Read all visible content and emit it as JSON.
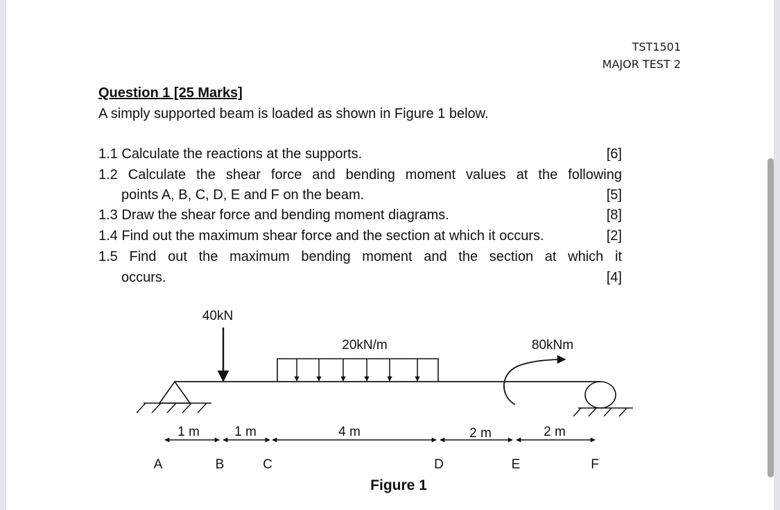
{
  "header": {
    "course_code": "TST1501",
    "test_name": "MAJOR TEST 2"
  },
  "question": {
    "title": "Question 1 [25 Marks]",
    "intro": "A simply supported beam is loaded as shown in Figure 1 below.",
    "items": [
      {
        "number": "1.1",
        "text": "Calculate the reactions at the supports.",
        "marks": "[6]"
      },
      {
        "number": "1.2",
        "text": "Calculate the shear force and bending moment values at the following",
        "continuation": "points A, B, C, D, E and F on the beam.",
        "marks": "[5]"
      },
      {
        "number": "1.3",
        "text": "Draw the shear force and bending moment diagrams.",
        "marks": "[8]"
      },
      {
        "number": "1.4",
        "text": "Find out the maximum shear force and the section at which it occurs.",
        "marks": "[2]"
      },
      {
        "number": "1.5",
        "text": "Find out the maximum bending moment and the section at which it",
        "continuation": "occurs.",
        "marks": "[4]"
      }
    ]
  },
  "figure": {
    "caption": "Figure 1",
    "point_load": "40kN",
    "udl": "20kN/m",
    "moment": "80kNm",
    "spans": [
      {
        "from": "A",
        "to": "B",
        "length": "1 m"
      },
      {
        "from": "B",
        "to": "C",
        "length": "1 m"
      },
      {
        "from": "C",
        "to": "D",
        "length": "4 m"
      },
      {
        "from": "D",
        "to": "E",
        "length": "2 m"
      },
      {
        "from": "E",
        "to": "F",
        "length": "2 m"
      }
    ],
    "points": [
      "A",
      "B",
      "C",
      "D",
      "E",
      "F"
    ],
    "supports": {
      "left": "pin",
      "right": "roller"
    }
  },
  "colors": {
    "page": "#ffffff",
    "gutter": "#e6e6ea",
    "scrollbar": "#a8a8a8",
    "ink": "#111111"
  }
}
